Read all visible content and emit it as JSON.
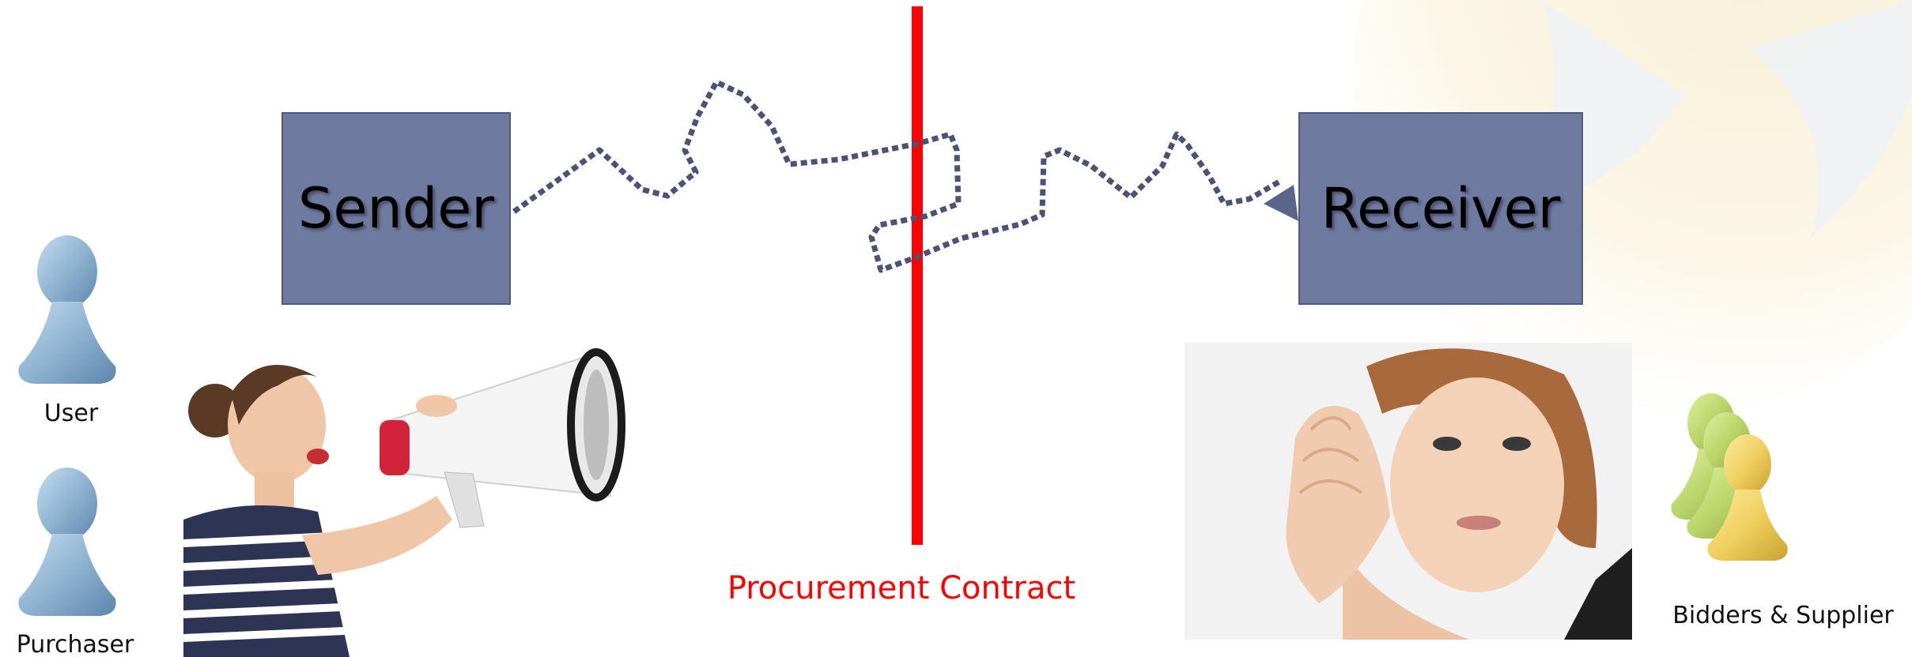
{
  "blocks": {
    "sender": "Sender",
    "receiver": "Receiver"
  },
  "labels": {
    "user": "User",
    "purchaser": "Purchaser",
    "bidders": "Bidders & Supplier",
    "contract": "Procurement Contract"
  },
  "colors": {
    "block_fill": "#6f7aa1",
    "connector": "#4a5275",
    "contract_line": "#ff0000",
    "contract_text": "#ff0000",
    "single_figure": "#8fb3d1",
    "group_figure_back": "#b8d468",
    "group_figure_front": "#f0d060"
  },
  "icons": {
    "user": "person-figure-icon",
    "purchaser": "person-figure-icon",
    "bidders": "group-figures-icon"
  }
}
